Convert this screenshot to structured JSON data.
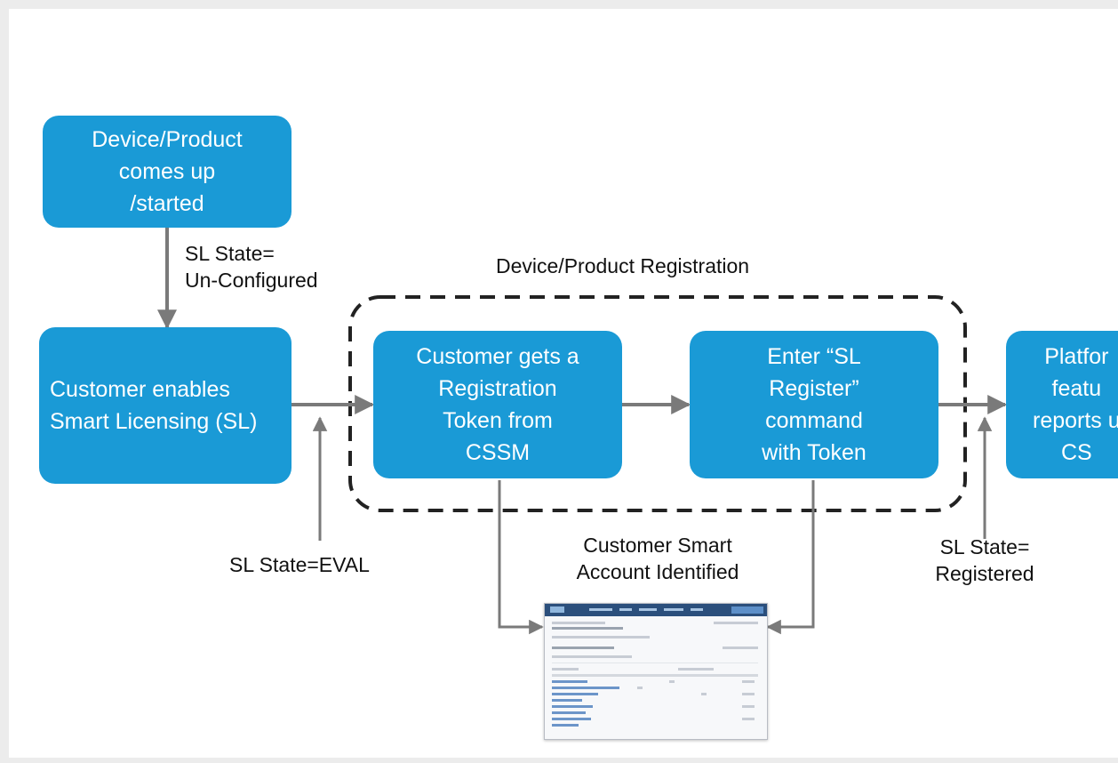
{
  "diagram": {
    "nodes": {
      "start": "Device/Product\ncomes up\n/started",
      "enable_sl": "Customer enables\nSmart Licensing (SL)",
      "get_token": "Customer gets a\nRegistration\nToken from\nCSSM",
      "register": "Enter “SL\nRegister”\ncommand\nwith Token",
      "platform": "Platfor\nfeatu\nreports u\nCS"
    },
    "labels": {
      "state_unconfigured": "SL State=\nUn-Configured",
      "registration_group": "Device/Product Registration",
      "state_eval": "SL State=EVAL",
      "smart_account": "Customer Smart\nAccount Identified",
      "state_registered": "SL State=\nRegistered"
    },
    "colors": {
      "box_fill": "#1a9ad6",
      "box_text": "#ffffff",
      "arrow": "#7a7a7a",
      "dashed_border": "#222222"
    },
    "icons": {
      "cssm_portal": "cssm-portal-screenshot-icon"
    }
  }
}
